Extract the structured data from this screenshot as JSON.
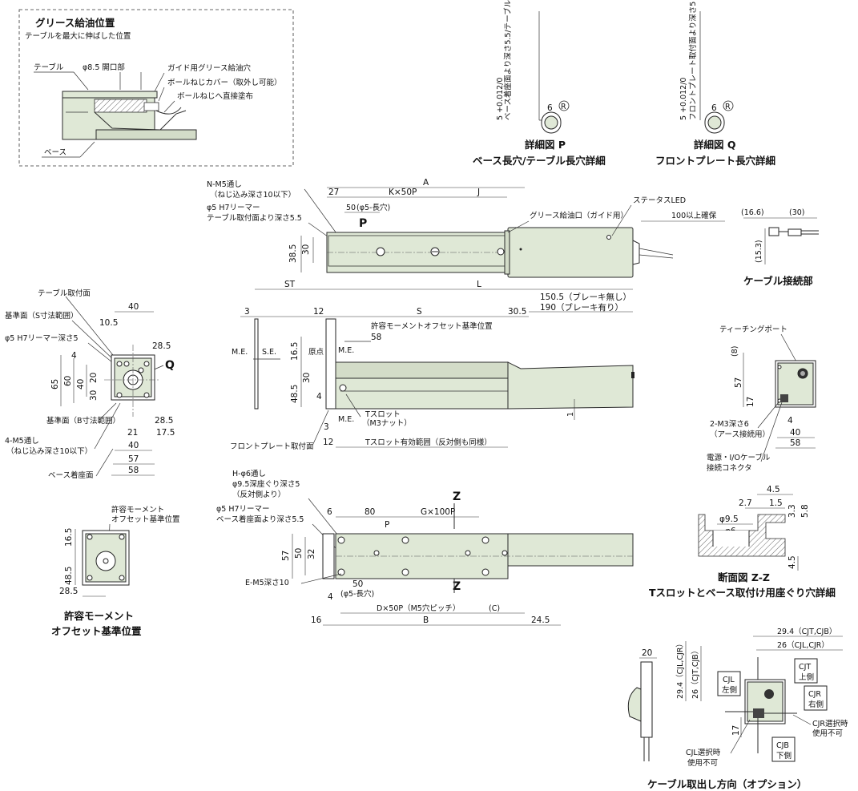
{
  "grease": {
    "title": "グリース給油位置",
    "subtitle": "テーブルを最大に伸ばした位置",
    "table": "テーブル",
    "opening": "φ8.5 開口部",
    "guide_hole": "ガイド用グリース給油穴",
    "cover": "ボールねじカバー（取外し可能）",
    "apply": "ボールねじへ直接塗布",
    "base": "ベース"
  },
  "detail_p": {
    "depth_label": "ベース着座面より深さ5.5/テーブル取付面より深さ5.5",
    "tol": "5 +0.012/0",
    "width": "6",
    "r": "R",
    "title": "詳細図 P",
    "caption": "ベース長穴/テーブル長穴詳細"
  },
  "detail_q": {
    "depth_label": "フロントプレート取付面より深さ5",
    "tol": "5 +0.012/0",
    "width": "6",
    "r": "R",
    "title": "詳細図 Q",
    "caption": "フロントプレート長穴詳細"
  },
  "top_view": {
    "a": "A",
    "n_m5": "N-M5通し",
    "n_m5_depth": "（ねじ込み深さ10以下）",
    "reamer": "φ5 H7リーマー",
    "reamer_depth": "テーブル取付面より深さ5.5",
    "d27": "27",
    "kx50p": "K×50P",
    "j": "J",
    "d50": "50",
    "slot": "(φ5-長穴)",
    "p": "P",
    "d38_5": "38.5",
    "d30": "30",
    "grease_port": "グリース給油口（ガイド用）",
    "status_led": "ステータスLED",
    "cable_margin": "100以上確保"
  },
  "cable_conn": {
    "d16_6": "(16.6)",
    "d30": "(30)",
    "d15_3": "(15.3)",
    "title": "ケーブル接続部"
  },
  "side_view": {
    "st": "ST",
    "l": "L",
    "d3": "3",
    "d12": "12",
    "s": "S",
    "d30_5": "30.5",
    "nobrake": "150.5（ブレーキ無し）",
    "brake": "190（ブレーキ有り）",
    "moment_ref": "許容モーメントオフセット基準位置",
    "d58": "58",
    "me": "M.E.",
    "se": "S.E.",
    "origin": "原点",
    "me2": "M.E.",
    "d16_5": "16.5",
    "d30": "30",
    "d48_5": "48.5",
    "d4": "4",
    "d3b": "3",
    "tslot": "Tスロット",
    "m3nut": "（M3ナット）",
    "d1": "1",
    "front_plate": "フロントプレート取付面",
    "d12b": "12",
    "tslot_range": "Tスロット有効範囲（反対側も同様）"
  },
  "end_view": {
    "table_face": "テーブル取付面",
    "d40": "40",
    "ref_s": "基準面（S寸法範囲）",
    "d10_5": "10.5",
    "reamer5": "φ5 H7リーマー深さ5",
    "d28_5": "28.5",
    "d4": "4",
    "q": "Q",
    "d65": "65",
    "d60": "60",
    "d40v": "40",
    "d30": "30",
    "d20": "20",
    "ref_b": "基準面（B寸法範囲）",
    "d28_5b": "28.5",
    "d21": "21",
    "d17_5": "17.5",
    "m5": "4-M5通し",
    "m5_depth": "（ねじ込み深さ10以下）",
    "d40b": "40",
    "d57": "57",
    "base_face": "ベース着座面",
    "d58": "58"
  },
  "moment_small": {
    "label1": "許容モーメント",
    "label2": "オフセット基準位置",
    "d16_5": "16.5",
    "d48_5": "48.5",
    "d28_5": "28.5",
    "title1": "許容モーメント",
    "title2": "オフセット基準位置"
  },
  "bottom_view": {
    "h_hole": "H-φ6通し",
    "counterbore": "φ9.5深座ぐり深さ5",
    "opp": "（反対側より）",
    "reamer": "φ5 H7リーマー",
    "reamer_depth": "ベース着座面より深さ5.5",
    "d6": "6",
    "d80": "80",
    "gx100p": "G×100P",
    "z": "Z",
    "p": "P",
    "d57": "57",
    "d50": "50",
    "d32": "32",
    "e_m5": "E-M5深さ10",
    "d50b": "50",
    "slot": "(φ5-長穴)",
    "d4": "4",
    "dx50p": "D×50P（M5穴ピッチ）",
    "c": "(C)",
    "d16": "16",
    "b": "B",
    "d24_5": "24.5",
    "z2": "Z"
  },
  "rear_view": {
    "teaching_port": "ティーチングポート",
    "d8": "(8)",
    "d57": "57",
    "d17": "17",
    "d4": "4",
    "d40": "40",
    "d58": "58",
    "m3": "2-M3深さ6",
    "earth": "（アース接続用）",
    "connector1": "電源・I/Oケーブル",
    "connector2": "接続コネクタ"
  },
  "section_zz": {
    "d4_5": "4.5",
    "d2_7": "2.7",
    "d1_5": "1.5",
    "d3_3": "3.3",
    "d5_8": "5.8",
    "d9_5": "φ9.5",
    "d6": "φ6",
    "d4_5b": "4.5",
    "title": "断面図 Z-Z",
    "caption": "Tスロットとベース取付け用座ぐり穴詳細"
  },
  "cable_option": {
    "d29_4": "29.4（CJT,CJB）",
    "d26": "26（CJL,CJR）",
    "d20": "20",
    "v29_4": "29.4（CJL,CJR）",
    "v26": "26（CJT,CJB）",
    "cjl": "CJL",
    "cjl_side": "左側",
    "cjt": "CJT",
    "cjt_side": "上側",
    "cjr": "CJR",
    "cjr_side": "右側",
    "cjr_note1": "CJR選択時",
    "cjr_note2": "使用不可",
    "d17": "17",
    "cjl_note1": "CJL選択時",
    "cjl_note2": "使用不可",
    "cjb": "CJB",
    "cjb_side": "下側",
    "title": "ケーブル取出し方向（オプション）"
  }
}
